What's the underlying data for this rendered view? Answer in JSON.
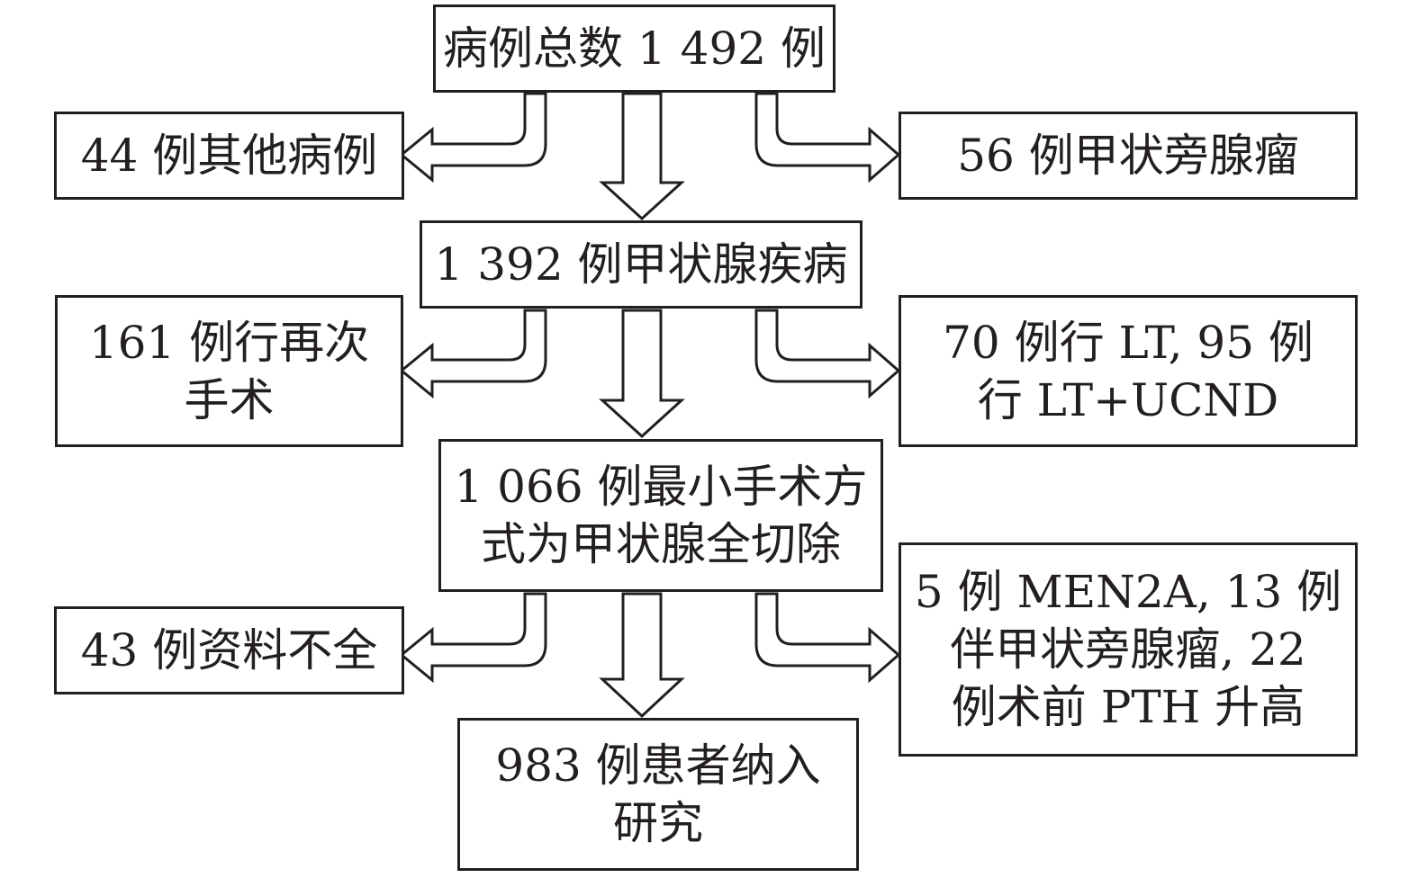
{
  "flowchart": {
    "total": {
      "lines": [
        "病例总数 1 492 例"
      ]
    },
    "excluded_other": {
      "lines": [
        "44 例其他病例"
      ]
    },
    "excluded_parathyroid": {
      "lines": [
        "56 例甲状旁腺瘤"
      ]
    },
    "thyroid_disease": {
      "lines": [
        "1 392 例甲状腺疾病"
      ]
    },
    "excluded_reoperation": {
      "lines": [
        "161 例行再次",
        "手术"
      ]
    },
    "excluded_lt": {
      "lines": [
        "70 例行 LT, 95 例",
        "行 LT+UCND"
      ]
    },
    "minimal_total_thyroidectomy": {
      "lines": [
        "1 066 例最小手术方",
        "式为甲状腺全切除"
      ]
    },
    "excluded_incomplete": {
      "lines": [
        "43 例资料不全"
      ]
    },
    "excluded_men2a": {
      "lines": [
        "5 例 MEN2A, 13 例",
        "伴甲状旁腺瘤, 22",
        "例术前 PTH 升高"
      ]
    },
    "included": {
      "lines": [
        "983 例患者纳入",
        "研究"
      ]
    }
  }
}
